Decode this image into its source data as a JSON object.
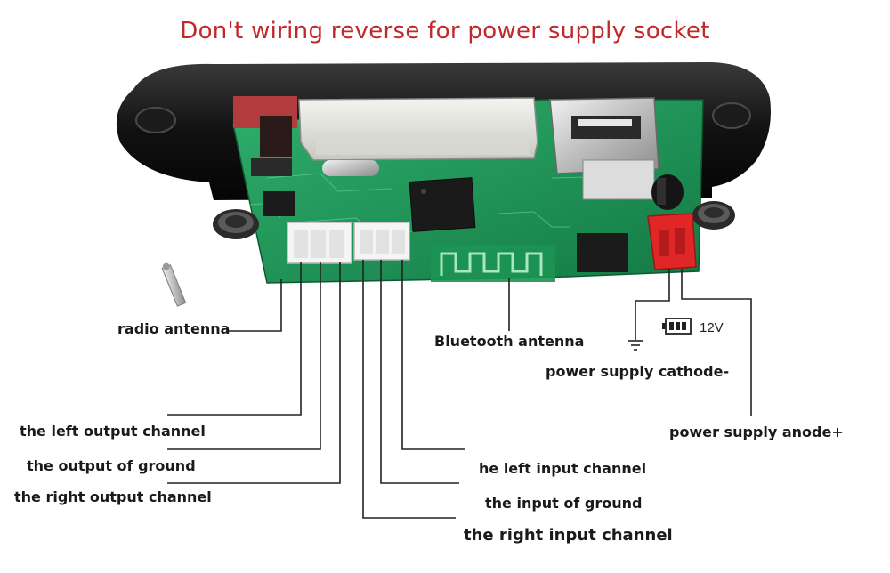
{
  "title": "Don't wiring reverse for power supply socket",
  "labels": {
    "radio_antenna": "radio antenna",
    "bluetooth_antenna": "Bluetooth antenna",
    "left_output": "the left output channel",
    "output_ground": "the output of ground",
    "right_output": "the right output channel",
    "left_input": "he left input channel",
    "input_ground": "the input of ground",
    "right_input": "the right input channel",
    "cathode": "power supply cathode-",
    "anode": "power supply anode+",
    "voltage": "12V"
  },
  "icons": [
    "battery-icon",
    "ground-icon",
    "antenna-rod-icon",
    "chip-icon",
    "usb-port-icon",
    "power-socket-icon"
  ],
  "colors": {
    "warning_text": "#c0282c",
    "pcb": "#1f9a5c",
    "socket": "#e02626",
    "bezel": "#141414"
  }
}
